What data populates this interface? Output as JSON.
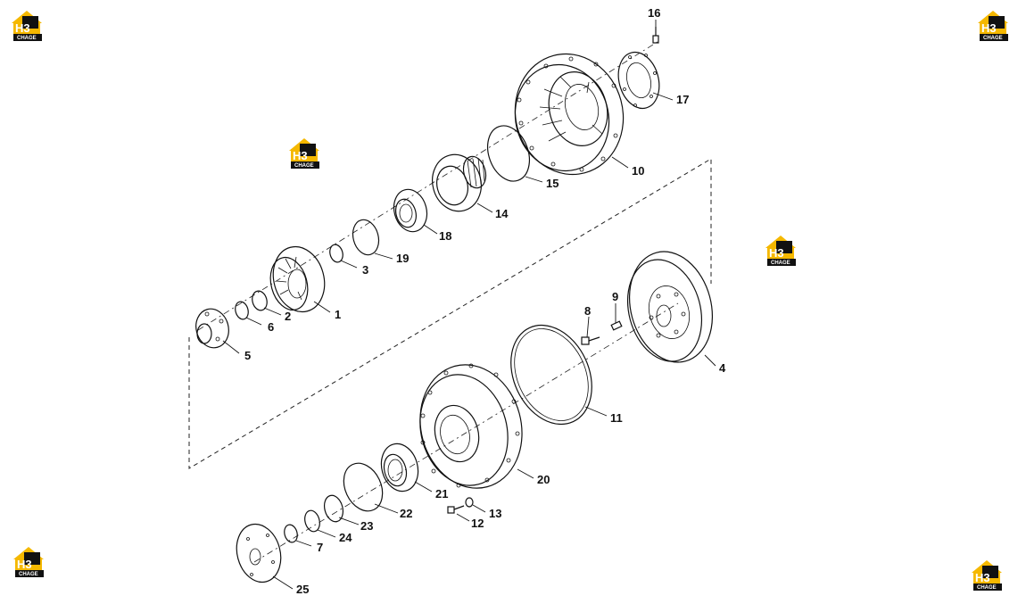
{
  "logo": {
    "mark": "H3",
    "caption": "CHAGE",
    "color": "#f5b800",
    "icon": "brand-house-logo"
  },
  "callouts": {
    "p1": "1",
    "p2": "2",
    "p3": "3",
    "p4": "4",
    "p5": "5",
    "p6": "6",
    "p7": "7",
    "p8": "8",
    "p9": "9",
    "p10": "10",
    "p11": "11",
    "p12": "12",
    "p13": "13",
    "p14": "14",
    "p15": "15",
    "p16": "16",
    "p17": "17",
    "p18": "18",
    "p19": "19",
    "p20": "20",
    "p21": "21",
    "p22": "22",
    "p23": "23",
    "p24": "24",
    "p25": "25"
  }
}
